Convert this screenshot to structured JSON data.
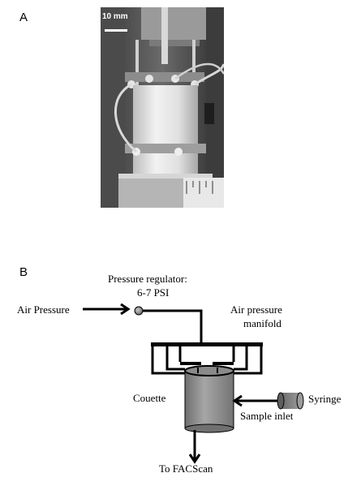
{
  "figure": {
    "panel_a": {
      "label": "A",
      "scale_bar_label": "10 mm"
    },
    "panel_b": {
      "label": "B",
      "labels": {
        "pressure_regulator": "Pressure regulator:",
        "pressure_range": "6-7 PSI",
        "air_pressure": "Air Pressure",
        "manifold_line1": "Air pressure",
        "manifold_line2": "manifold",
        "couette": "Couette",
        "syringe": "Syringe",
        "sample_inlet": "Sample inlet",
        "facscan": "To FACScan"
      }
    }
  }
}
